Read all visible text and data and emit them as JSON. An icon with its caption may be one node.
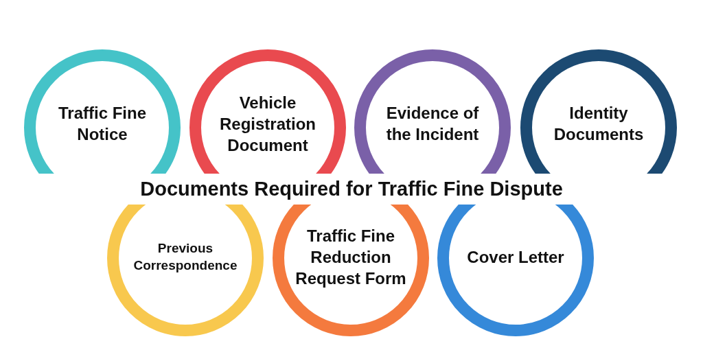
{
  "diagram": {
    "title": "Documents Required for Traffic Fine Dispute",
    "nodes": [
      {
        "text": [
          "Traffic Fine Notice"
        ]
      },
      {
        "text": [
          "Vehicle Registration Document"
        ]
      },
      {
        "text": [
          "Evidence of the Incident"
        ]
      },
      {
        "text": [
          "Identity Documents"
        ]
      },
      {
        "text": [
          "Previous Correspondence"
        ]
      },
      {
        "text": [
          "Traffic Fine Reduction Request Form"
        ]
      },
      {
        "text": [
          "Cover Letter"
        ]
      }
    ]
  }
}
